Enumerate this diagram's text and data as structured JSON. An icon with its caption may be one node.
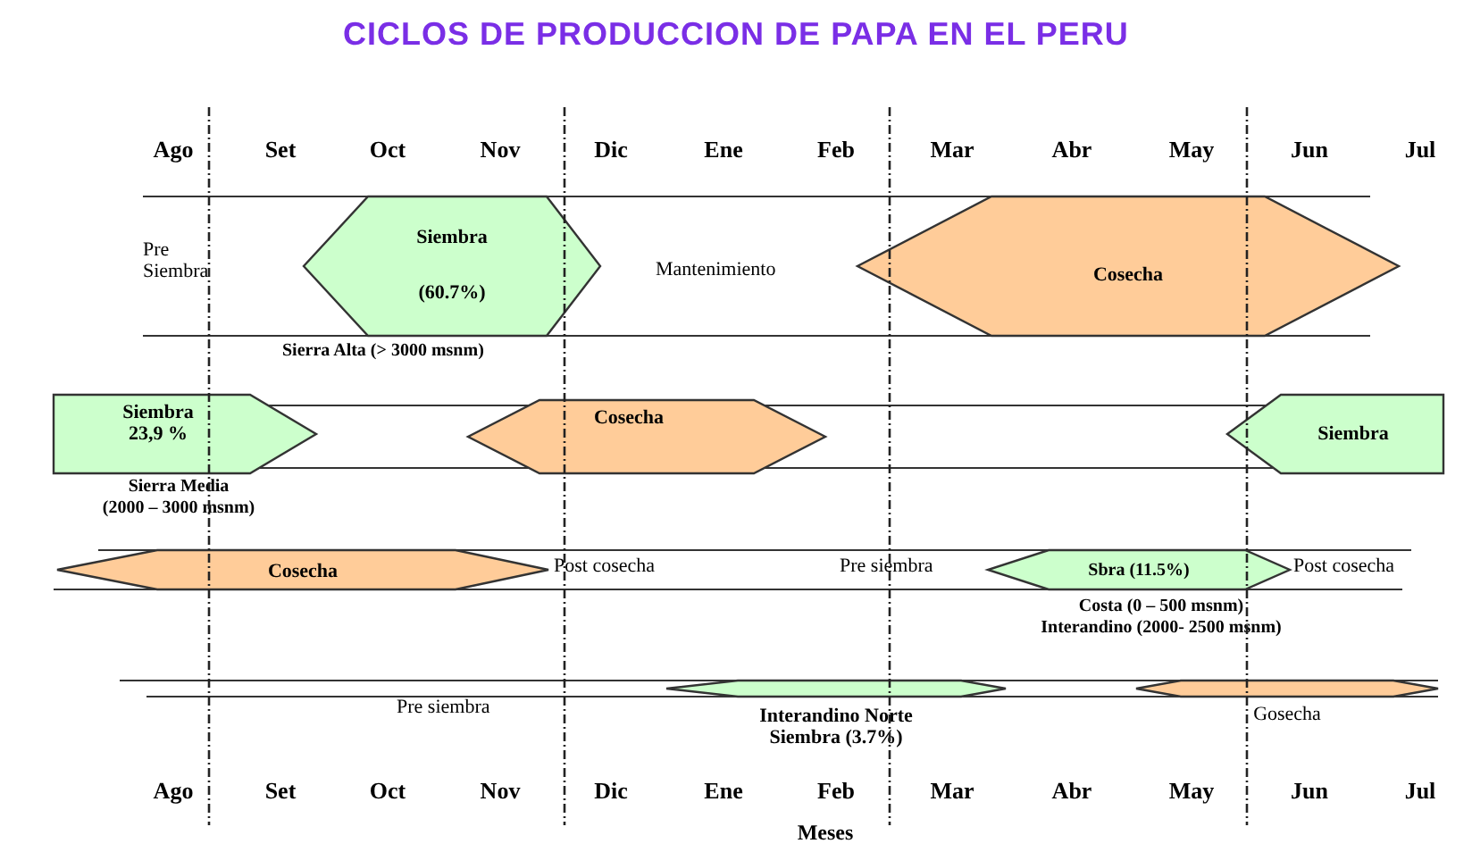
{
  "diagram": {
    "title": "CICLOS DE PRODUCCION DE PAPA EN EL PERU",
    "nodes": [
      {
        "text": [
          "Siembra",
          "(60.7%)"
        ]
      },
      {
        "text": [
          "Cosecha"
        ]
      },
      {
        "text": [
          "Siembra",
          "23,9 %"
        ]
      },
      {
        "text": [
          "Cosecha"
        ]
      },
      {
        "text": [
          "Siembra"
        ]
      },
      {
        "text": [
          "Cosecha"
        ]
      },
      {
        "text": [
          "Sbra (11.5%)"
        ]
      },
      {
        "text": [],
        "shape": "bar",
        "beside": [
          "Interandino Norte",
          "Siembra (3.7%)"
        ]
      },
      {
        "text": [],
        "shape": "bar",
        "beside": [
          "Gosecha"
        ]
      }
    ],
    "labels": [
      "Ago",
      "Set",
      "Oct",
      "Nov",
      "Dic",
      "Ene",
      "Feb",
      "Mar",
      "Abr",
      "May",
      "Jun",
      "Jul",
      "Pre Siembra",
      "Mantenimiento",
      "Sierra Alta (> 3000 msnm)",
      "Sierra Media",
      "(2000 – 3000 msnm)",
      "Post cosecha",
      "Pre siembra",
      "Post cosecha",
      "Costa (0 – 500 msnm)",
      "Interandino (2000- 2500 msnm)",
      "Pre siembra",
      "Ago",
      "Set",
      "Oct",
      "Nov",
      "Dic",
      "Ene",
      "Feb",
      "Mar",
      "Abr",
      "May",
      "Jun",
      "Jul",
      "Meses"
    ]
  }
}
